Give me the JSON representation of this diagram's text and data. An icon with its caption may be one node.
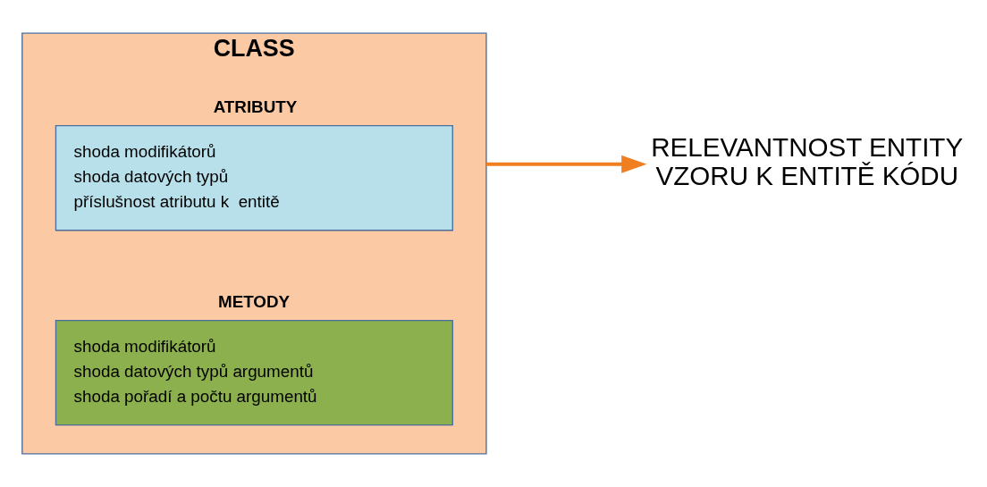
{
  "diagram": {
    "nodes": [
      {
        "text": [
          "CLASS"
        ]
      },
      {
        "text": [
          "ATRIBUTY",
          "shoda modifikátorů",
          "shoda datových typů",
          "příslušnost atributu k  entitě"
        ],
        "in": 0
      },
      {
        "text": [
          "METODY",
          "shoda modifikátorů",
          "shoda datových typů argumentů",
          "shoda pořadí a počtu argumentů"
        ],
        "in": 0
      },
      {
        "text": [
          "RELEVANTNOST ENTITY VZORU K ENTITĚ KÓDU"
        ]
      }
    ],
    "edges": [
      {
        "from": 0,
        "to": 3,
        "arrow": "to",
        "color": "#f07f22"
      }
    ]
  }
}
